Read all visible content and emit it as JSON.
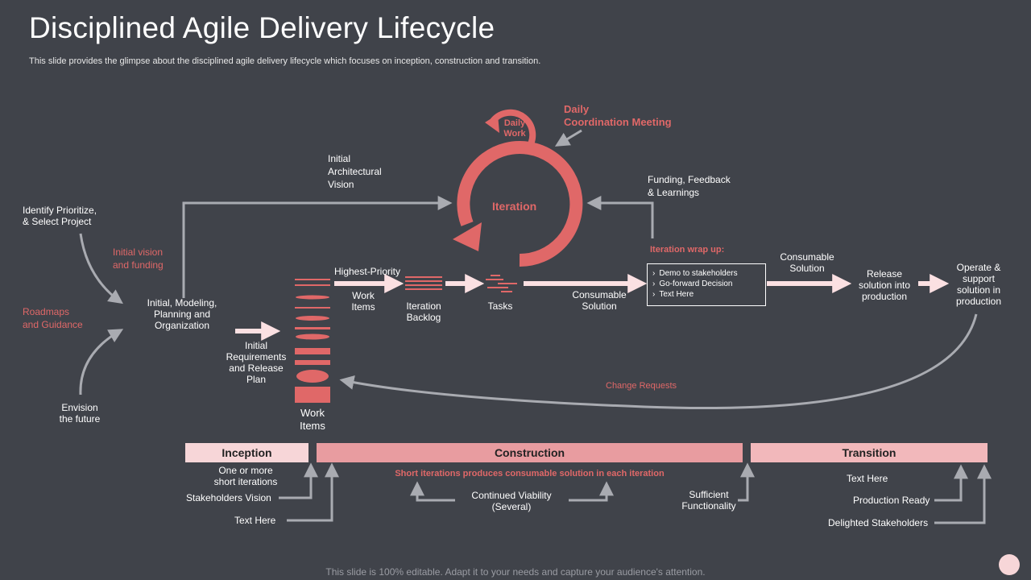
{
  "slide": {
    "title": "Disciplined Agile Delivery Lifecycle",
    "subtitle": "This slide provides the glimpse about the disciplined agile delivery lifecycle which focuses on inception, construction and transition.",
    "footer": "This slide is 100% editable. Adapt it to your needs and capture your audience's attention."
  },
  "diagram": {
    "identify": "Identify Prioritize,\n& Select Project",
    "initial_vision": "Initial vision\nand funding",
    "roadmaps": "Roadmaps\nand Guidance",
    "envision": "Envision\nthe future",
    "initial_modeling": "Initial, Modeling,\nPlanning and\nOrganization",
    "initial_requirements": "Initial\nRequirements\nand Release\nPlan",
    "work_items_stack": "Work\nItems",
    "initial_arch": "Initial\nArchitectural\nVision",
    "highest_priority": "Highest-Priority",
    "work_items": "Work\nItems",
    "iteration_backlog": "Iteration\nBacklog",
    "tasks": "Tasks",
    "daily_work": "Daily\nWork",
    "daily_coordination": "Daily\nCoordination Meeting",
    "iteration": "Iteration",
    "funding_feedback": "Funding, Feedback\n& Learnings",
    "consumable_solution_left": "Consumable\nSolution",
    "iteration_wrap_up": "Iteration wrap up:",
    "wrap_items": [
      "Demo to stakeholders",
      "Go-forward Decision",
      "Text Here"
    ],
    "consumable_solution_top": "Consumable\nSolution",
    "release_solution": "Release\nsolution into\nproduction",
    "operate_support": "Operate &\nsupport\nsolution in\nproduction",
    "change_requests": "Change Requests"
  },
  "phases": {
    "inception": {
      "label": "Inception",
      "items": [
        "One or more\nshort iterations",
        "Stakeholders Vision",
        "Text Here"
      ]
    },
    "construction": {
      "label": "Construction",
      "note": "Short iterations produces consumable solution in each iteration",
      "items": [
        "Continued Viability\n(Several)",
        "Sufficient\nFunctionality"
      ]
    },
    "transition": {
      "label": "Transition",
      "items": [
        "Text Here",
        "Production Ready",
        "Delighted Stakeholders"
      ]
    }
  },
  "colors": {
    "background": "#40434a",
    "accent_red": "#e06868",
    "phase_light": "#f7d6d8",
    "phase_mid": "#e89ca0",
    "phase_transition": "#f2b8bb"
  }
}
